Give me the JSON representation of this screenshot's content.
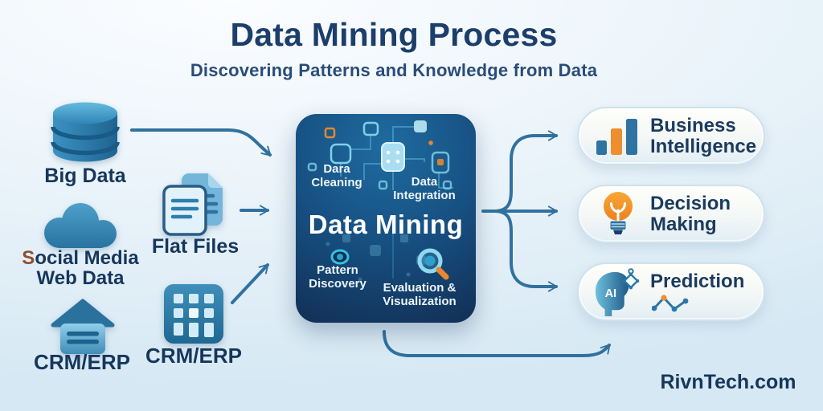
{
  "title": "Data Mining Process",
  "subtitle": "Discovering Patterns and Knowledge from Data",
  "sources": {
    "big_data": {
      "label": "Big Data",
      "icon": "database-icon"
    },
    "social_media": {
      "line1": "Social Media",
      "line2": "Web Data",
      "icon": "cloud-icon"
    },
    "crm_erp_house": {
      "label": "CRM/ERP",
      "icon": "house-icon"
    },
    "flat_files": {
      "label": "Flat Files",
      "icon": "documents-icon"
    },
    "crm_erp_building": {
      "label": "CRM/ERP",
      "icon": "building-icon"
    }
  },
  "process": {
    "title": "Data Mining",
    "steps": {
      "cleaning": {
        "line1": "Dara",
        "line2": "Cleaning"
      },
      "integration": {
        "line1": "Data",
        "line2": "Integration"
      },
      "pattern": {
        "line1": "Pattern",
        "line2": "Discovery",
        "icon": "eye-icon"
      },
      "evaluation": {
        "line1": "Evaluation &",
        "line2": "Visualization",
        "icon": "magnifier-icon"
      }
    }
  },
  "outputs": {
    "business_intelligence": {
      "line1": "Business",
      "line2": "Intelligence",
      "icon": "bar-chart-icon"
    },
    "decision_making": {
      "line1": "Decision",
      "line2": "Making",
      "icon": "lightbulb-icon"
    },
    "prediction": {
      "label": "Prediction",
      "icon": "ai-head-icon",
      "sub_icon": "trend-line-icon"
    }
  },
  "ai_head_text": "AI",
  "footer": {
    "brand": "RivnTech.com"
  },
  "colors": {
    "accent_orange": "#ee8f33",
    "arrow_blue": "#31719f",
    "heading_navy": "#1c3e6a",
    "label_navy": "#16365c",
    "process_box_top": "#1f6ba0",
    "process_box_bottom": "#122f55",
    "icon_blue": "#2e7fae",
    "pill_border": "#cfe2ec"
  }
}
